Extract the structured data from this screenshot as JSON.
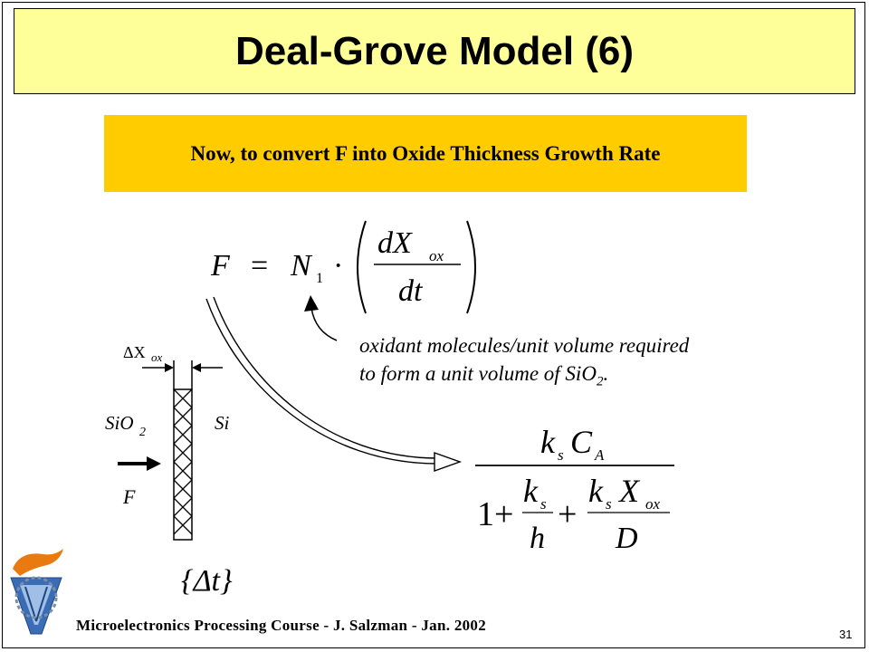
{
  "title": "Deal-Grove Model (6)",
  "banner": "Now, to convert F into Oxide Thickness Growth Rate",
  "equation": {
    "lhs": "F",
    "equals": "=",
    "n": "N",
    "n_sub": "1",
    "dot": "·",
    "numerator": "dX",
    "numerator_sub": "ox",
    "denominator": "dt"
  },
  "note": {
    "line1": "oxidant molecules/unit volume required",
    "line2_prefix": "to form a unit volume of SiO",
    "line2_sub": "2",
    "line2_suffix": "."
  },
  "diagram": {
    "delta_x": "ΔX",
    "delta_x_sub": "ox",
    "sio2": "SiO",
    "sio2_sub": "2",
    "si": "Si",
    "flux": "F",
    "delta_t": "{Δt}"
  },
  "result": {
    "ks": "k",
    "s": "s",
    "ca": "C",
    "a": "A",
    "one_plus": "1+",
    "plus": "+",
    "h": "h",
    "x": "X",
    "ox": "ox",
    "d": "D"
  },
  "footer": "Microelectronics Processing Course - J. Salzman - Jan. 2002",
  "page_number": "31",
  "colors": {
    "title_bg": "#ffff99",
    "banner_bg": "#ffcc00"
  }
}
